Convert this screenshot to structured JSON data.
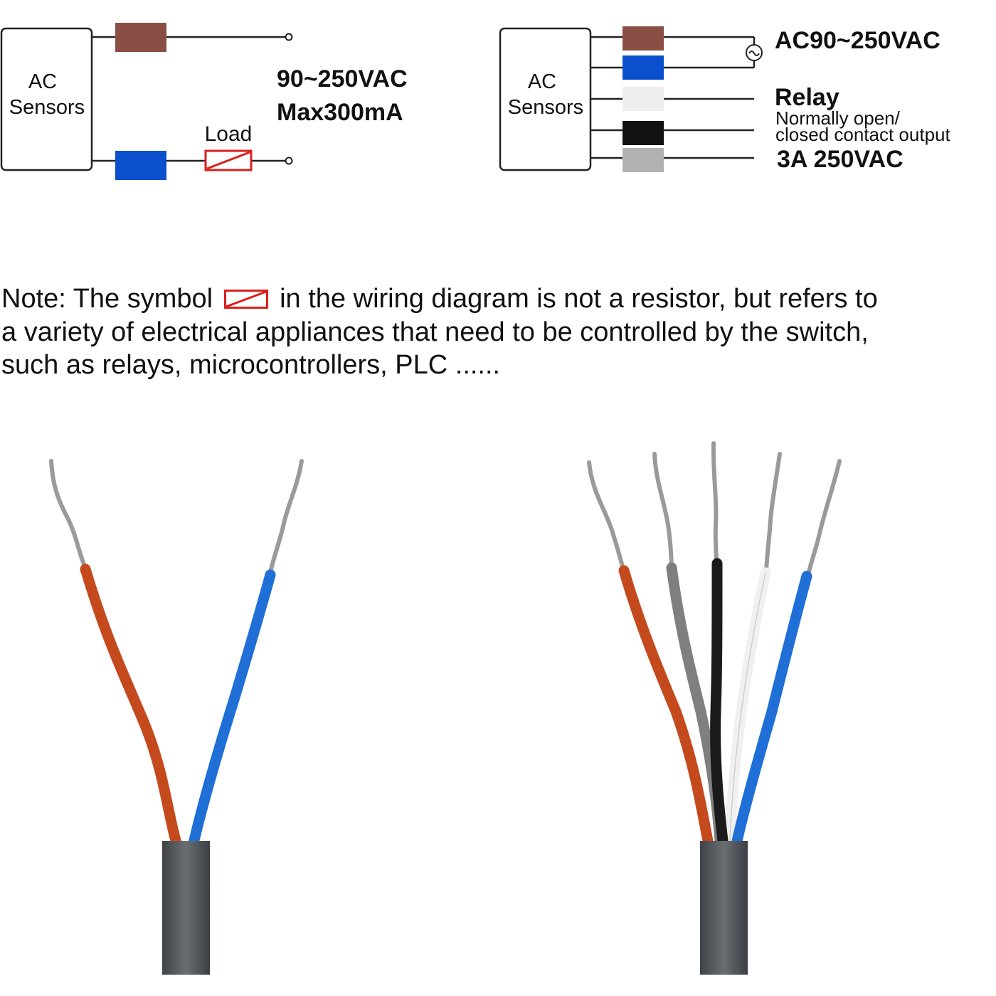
{
  "colors": {
    "brown": "#8a4e44",
    "blue": "#0a4fcc",
    "white_wire": "#eeeeee",
    "black": "#111111",
    "gray": "#b2b2b2",
    "load_red": "#d9201e",
    "orange_wire": "#c44a1e",
    "wire_blue": "#1f6fd6",
    "cable_gray": "#55595d",
    "wire_gray": "#7f7f7f",
    "wire_black": "#1b1b1b"
  },
  "diagram_left": {
    "sensor_label_line1": "AC",
    "sensor_label_line2": "Sensors",
    "voltage": "90~250VAC",
    "current": "Max300mA",
    "load_label": "Load"
  },
  "diagram_right": {
    "sensor_label_line1": "AC",
    "sensor_label_line2": "Sensors",
    "supply_label": "AC90~250VAC",
    "ac_symbol": "~",
    "relay_label": "Relay",
    "relay_desc_line1": "Normally open/",
    "relay_desc_line2": "closed contact output",
    "relay_rating": "3A 250VAC"
  },
  "note": {
    "line1_before": "Note: The symbol",
    "line1_after": "in the wiring diagram is not a resistor, but refers to",
    "line2": "a variety of electrical appliances that need to be controlled by the switch,",
    "line3": "such as relays, microcontrollers, PLC ......"
  },
  "icons": {
    "load_symbol": "load-symbol-icon",
    "ac_source": "ac-source-icon"
  }
}
